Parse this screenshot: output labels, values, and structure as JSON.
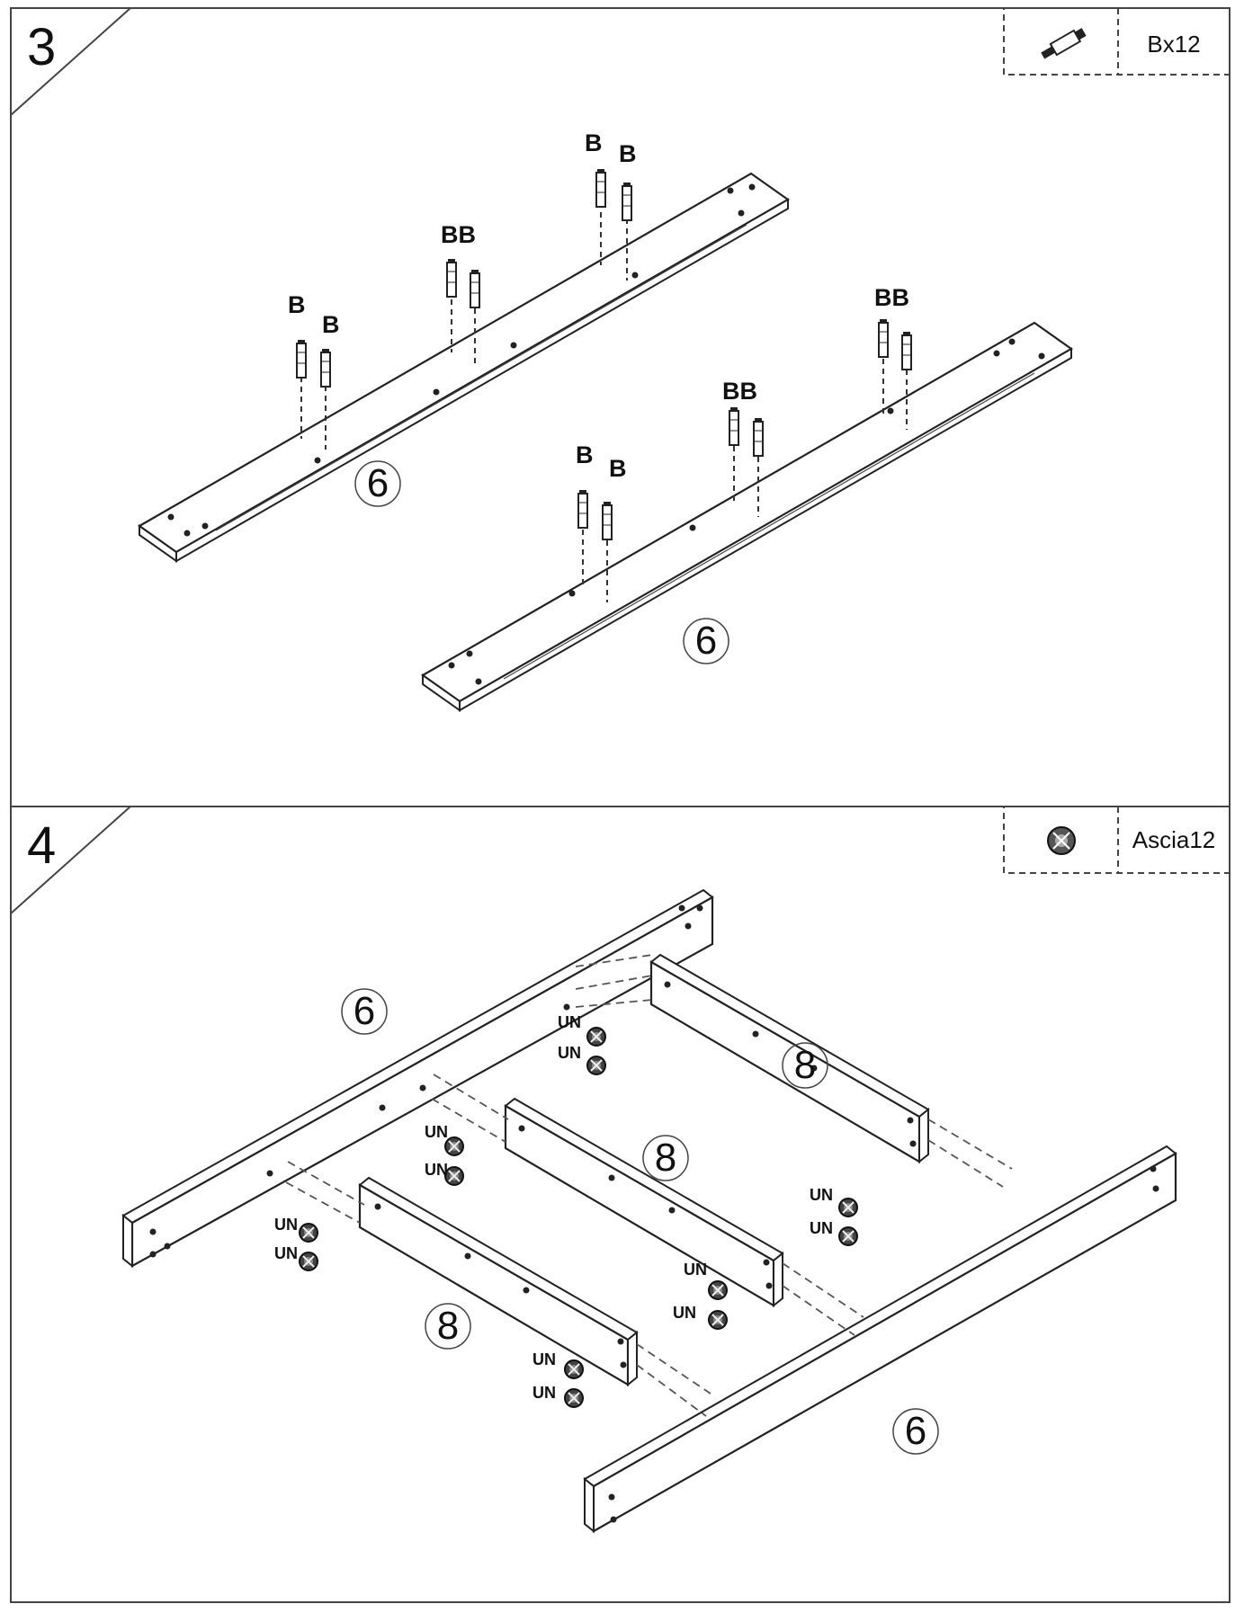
{
  "panels": [
    {
      "step": "3",
      "hardware": {
        "label": "Bx12",
        "icon": "dowel-pin-icon"
      },
      "part_labels": [
        "6",
        "6"
      ],
      "pin_labels": [
        "B",
        "B",
        "BB",
        "B",
        "B",
        "BB",
        "BB",
        "B",
        "B"
      ]
    },
    {
      "step": "4",
      "hardware": {
        "label": "Ascia12",
        "icon": "cam-lock-icon"
      },
      "part_labels": [
        "6",
        "6",
        "8",
        "8",
        "8"
      ],
      "un_labels": [
        "UN",
        "UN",
        "UN",
        "UN",
        "UN",
        "UN",
        "UN",
        "UN",
        "UN",
        "UN",
        "UN",
        "UN"
      ]
    }
  ],
  "colors": {
    "line": "#2a2a2a",
    "background": "#ffffff"
  }
}
